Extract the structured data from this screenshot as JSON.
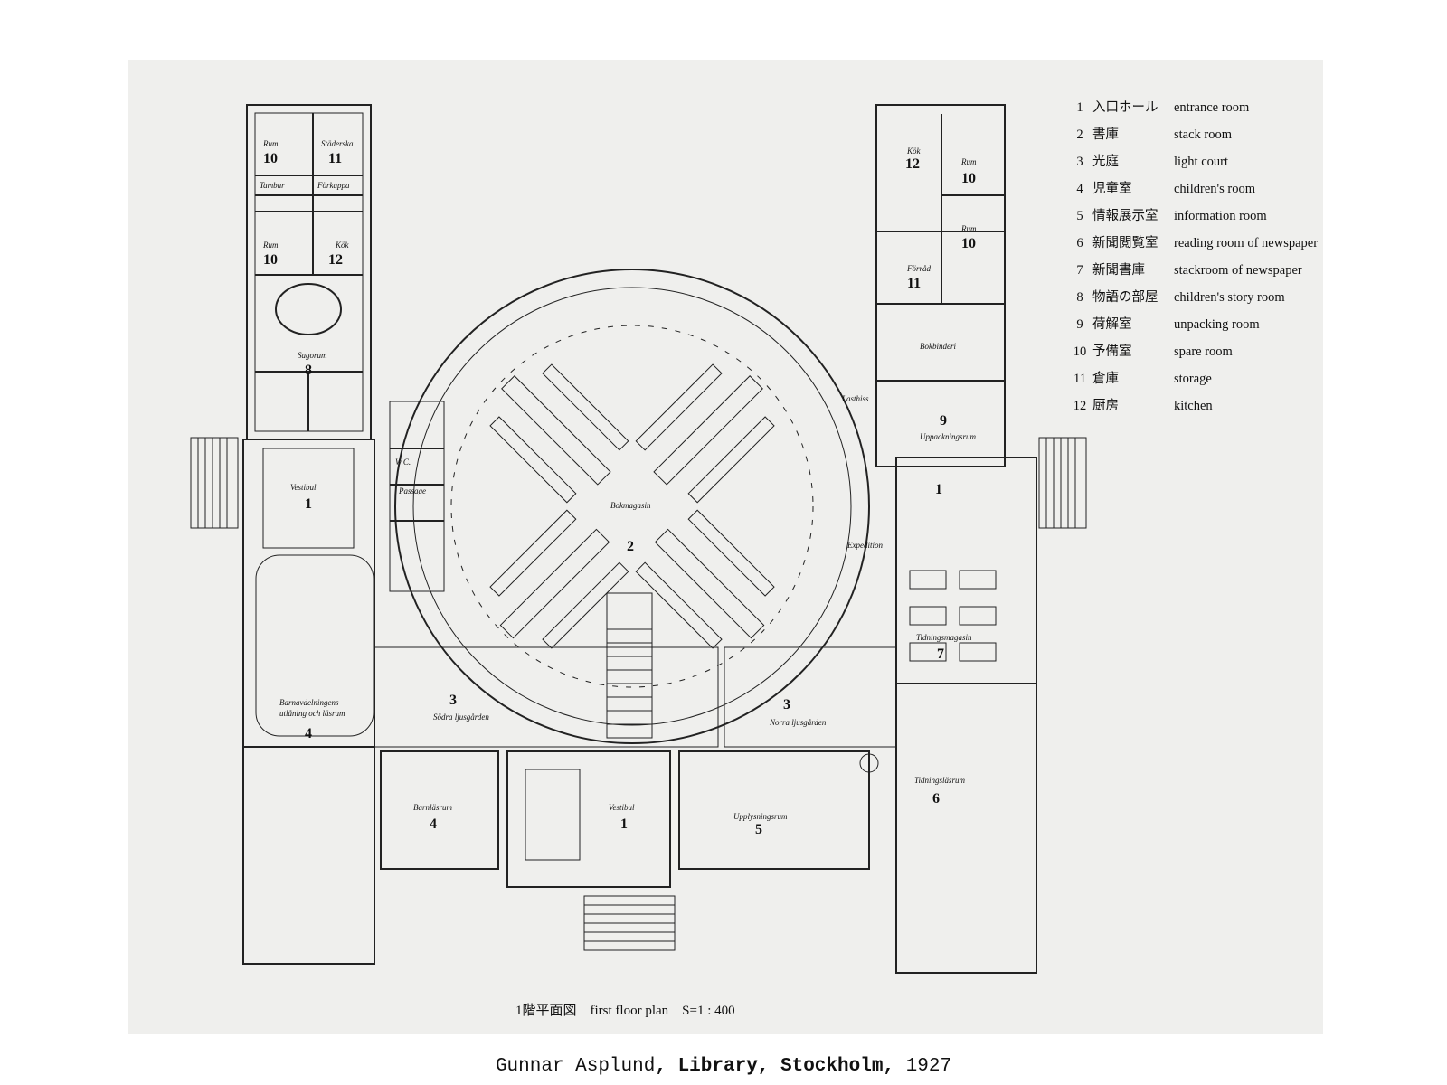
{
  "legend": [
    {
      "no": "1",
      "ja": "入口ホール",
      "en": "entrance room"
    },
    {
      "no": "2",
      "ja": "書庫",
      "en": "stack room"
    },
    {
      "no": "3",
      "ja": "光庭",
      "en": "light court"
    },
    {
      "no": "4",
      "ja": "児童室",
      "en": "children's room"
    },
    {
      "no": "5",
      "ja": "情報展示室",
      "en": "information room"
    },
    {
      "no": "6",
      "ja": "新聞閲覧室",
      "en": "reading room of newspaper"
    },
    {
      "no": "7",
      "ja": "新聞書庫",
      "en": "stackroom of newspaper"
    },
    {
      "no": "8",
      "ja": "物語の部屋",
      "en": "children's story room"
    },
    {
      "no": "9",
      "ja": "荷解室",
      "en": "unpacking room"
    },
    {
      "no": "10",
      "ja": "予備室",
      "en": "spare room"
    },
    {
      "no": "11",
      "ja": "倉庫",
      "en": "storage"
    },
    {
      "no": "12",
      "ja": "厨房",
      "en": "kitchen"
    }
  ],
  "room_numbers": {
    "n10_a": "10",
    "n11_a": "11",
    "n10_b": "10",
    "n12_a": "12",
    "n8": "8",
    "n1_left": "1",
    "n4_upper": "4",
    "n4_lower": "4",
    "n1_center": "1",
    "n2": "2",
    "n3_left": "3",
    "n3_right": "3",
    "n5": "5",
    "n6": "6",
    "n7": "7",
    "n9": "9",
    "n1_right": "1",
    "n12_b": "12",
    "n10_c": "10",
    "n10_d": "10",
    "n11_b": "11"
  },
  "room_labels": {
    "rum_a": "Rum",
    "stadersko": "Städerska",
    "tambur": "Tambur",
    "forkappa": "Förkappa",
    "rum_b": "Rum",
    "kok_a": "Kök",
    "sagorum": "Sagorum",
    "vestibul_left": "Vestibul",
    "passage": "Passage",
    "wc": "W.C.",
    "barnavdelningens": "Barnavdelningens",
    "utlaning": "utlåning och läsrum",
    "barnlasrum": "Barnläsrum",
    "bokmagasin": "Bokmagasin",
    "sodra": "Södra ljusgården",
    "norra": "Norra ljusgården",
    "vestibul_center": "Vestibul",
    "upplysningsrum": "Upplysningsrum",
    "tidningslasrum": "Tidningsläsrum",
    "tidningsmagasin": "Tidningsmagasin",
    "uppackningsrum": "Uppackningsrum",
    "bokbinderi": "Bokbinderi",
    "forrad": "Förråd",
    "kok_b": "Kök",
    "lasthiss": "Lasthiss",
    "rum_c": "Rum",
    "rum_d": "Rum",
    "expedition": "Expedition"
  },
  "plan_caption": "1階平面図　first floor plan　S=1 : 400",
  "figure_caption": {
    "author": "Gunnar Asplund",
    "work": ", Library, Stockholm,",
    "year": " 1927"
  }
}
